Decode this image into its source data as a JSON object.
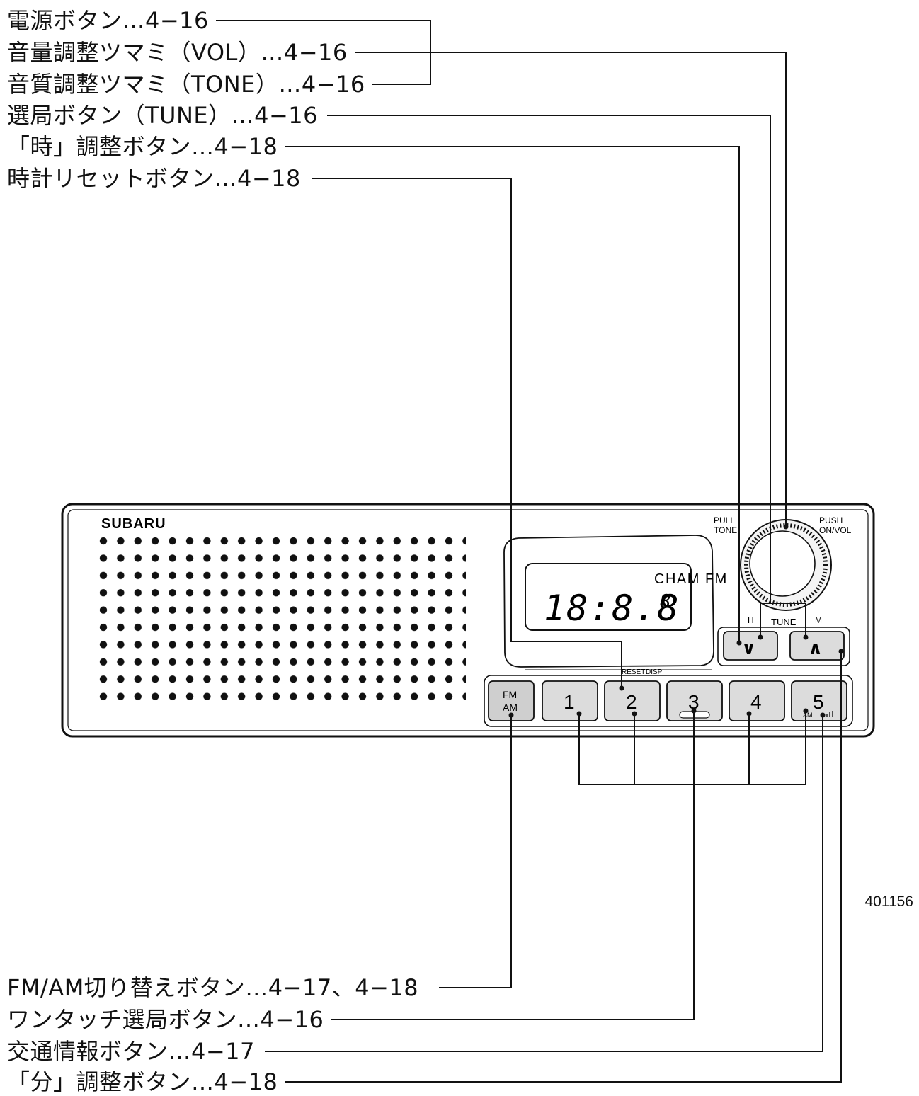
{
  "callouts_top": [
    "電源ボタン…4−16",
    "音量調整ツマミ（VOL）…4−16",
    "音質調整ツマミ（TONE）…4−16",
    "選局ボタン（TUNE）…4−16",
    "「時」調整ボタン…4−18",
    "時計リセットボタン…4−18"
  ],
  "callouts_bottom": [
    "FM/AM切り替えボタン…4−17、4−18",
    "ワンタッチ選局ボタン…4−16",
    "交通情報ボタン…4−17",
    "「分」調整ボタン…4−18"
  ],
  "device": {
    "brand": "SUBARU",
    "display_time": "18:8.8",
    "display_small": "8",
    "display_modes": "CHAM FM",
    "reset_label": "RESET",
    "disp_label": "DISP",
    "knob_left_label_1": "PULL",
    "knob_left_label_2": "TONE",
    "knob_right_label_1": "PUSH",
    "knob_right_label_2": "ON/VOL",
    "tune_label": "TUNE",
    "h_label": "H",
    "m_label": "M",
    "tune_down_symbol": "∨",
    "tune_up_symbol": "∧",
    "band_button": [
      "FM",
      "AM"
    ],
    "presets": [
      "1",
      "2",
      "3",
      "4",
      "5"
    ],
    "preset5_sub": "AM"
  },
  "figure_id": "401156"
}
